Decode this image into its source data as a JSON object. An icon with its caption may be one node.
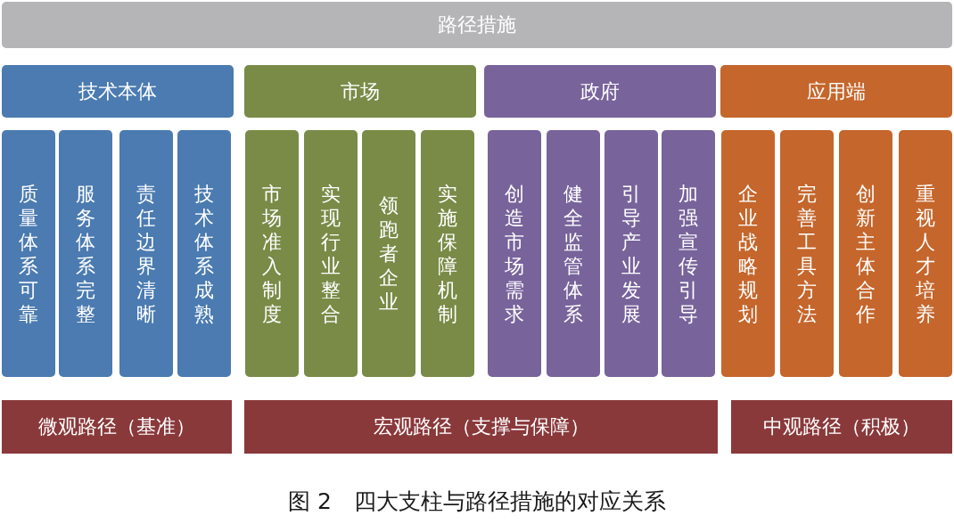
{
  "diagram": {
    "caption": "图 2　四大支柱与路径措施的对应关系",
    "nodes": [
      {
        "text": [
          "路径措施"
        ]
      },
      {
        "text": [
          "技术本体"
        ]
      },
      {
        "text": [
          "市场"
        ]
      },
      {
        "text": [
          "政府"
        ]
      },
      {
        "text": [
          "应用端"
        ]
      },
      {
        "text": [
          "质量体系可靠"
        ]
      },
      {
        "text": [
          "服务体系完整"
        ]
      },
      {
        "text": [
          "责任边界清晰"
        ]
      },
      {
        "text": [
          "技术体系成熟"
        ]
      },
      {
        "text": [
          "市场准入制度"
        ]
      },
      {
        "text": [
          "实现行业整合"
        ]
      },
      {
        "text": [
          "领跑者企业"
        ]
      },
      {
        "text": [
          "实施保障机制"
        ]
      },
      {
        "text": [
          "创造市场需求"
        ]
      },
      {
        "text": [
          "健全监管体系"
        ]
      },
      {
        "text": [
          "引导产业发展"
        ]
      },
      {
        "text": [
          "加强宣传引导"
        ]
      },
      {
        "text": [
          "企业战略规划"
        ]
      },
      {
        "text": [
          "完善工具方法"
        ]
      },
      {
        "text": [
          "创新主体合作"
        ]
      },
      {
        "text": [
          "重视人才培养"
        ]
      },
      {
        "text": [
          "微观路径（基准）"
        ]
      },
      {
        "text": [
          "宏观路径（支撑与保障）"
        ]
      },
      {
        "text": [
          "中观路径（积极）"
        ]
      }
    ]
  }
}
